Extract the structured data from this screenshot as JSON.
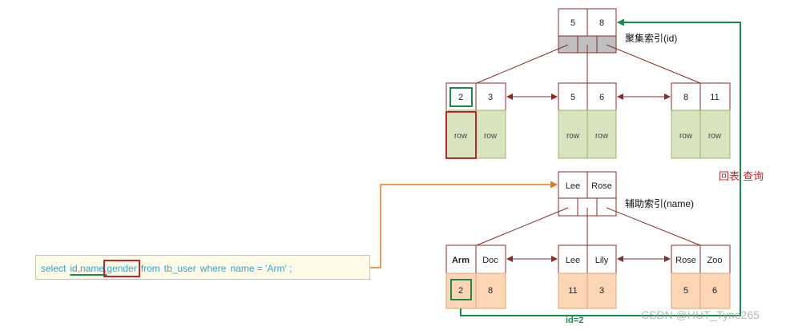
{
  "diagram": {
    "clustered_index": {
      "label": "聚集索引(id)",
      "root_keys": [
        "5",
        "8"
      ],
      "leaves": [
        {
          "keys": [
            "2",
            "3"
          ],
          "rows": [
            "row",
            "row"
          ]
        },
        {
          "keys": [
            "5",
            "6"
          ],
          "rows": [
            "row",
            "row"
          ]
        },
        {
          "keys": [
            "8",
            "11"
          ],
          "rows": [
            "row",
            "row"
          ]
        }
      ]
    },
    "secondary_index": {
      "label": "辅助索引(name)",
      "root_keys": [
        "Lee",
        "Rose"
      ],
      "leaves": [
        {
          "keys": [
            "Arm",
            "Doc"
          ],
          "ids": [
            "2",
            "8"
          ]
        },
        {
          "keys": [
            "Lee",
            "Lily"
          ],
          "ids": [
            "11",
            "3"
          ]
        },
        {
          "keys": [
            "Rose",
            "Zoo"
          ],
          "ids": [
            "5",
            "6"
          ]
        }
      ]
    },
    "return_label": "回表 查询",
    "id_label": "id=2",
    "sql": {
      "part1": "select",
      "part2": "id,name,",
      "part3": "gender",
      "part4": "from",
      "part5": "tb_user",
      "part6": "where",
      "part7": "name = 'Arm' ;"
    },
    "watermark": "CSDN @HUT_Tyne265",
    "colors": {
      "node_border": "#8b2a2a",
      "row_fill": "#d7e4bd",
      "id_fill": "#fcd5b4",
      "pointer_fill": "#bfbfbf",
      "green_arrow": "#1a8a4a",
      "orange_arrow": "#e07b1c",
      "red_highlight": "#c0272d",
      "sql_text": "#3aa0c8"
    }
  }
}
